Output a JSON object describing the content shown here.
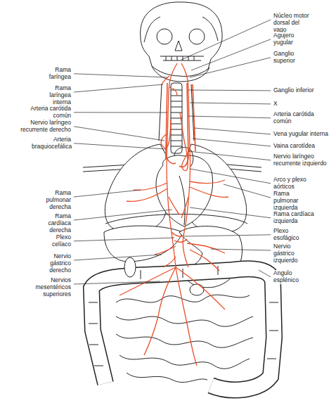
{
  "diagram": {
    "labels": [
      "Núcleo motor dorsal del vago",
      "Agujero yugular",
      "Ganglio superior",
      "Ganglio inferior",
      "X",
      "Arteria carótida común",
      "Vena yugular interna",
      "Vaina carotídea",
      "Nervio laríngeo recurrente izquierdo",
      "Arco y plexo aórticos",
      "Rama pulmonar izquierda",
      "Rama cardíaca izquierda",
      "Plexo esofágico",
      "Nervio gástrico izquierdo",
      "Ángulo esplénico",
      "Rama faríngea",
      "Rama laríngea interna",
      "Arteria carótida común",
      "Nervio laríngeo recurrente derecho",
      "Arteria braquiocefálica",
      "Rama pulmonar derecha",
      "Rama cardíaca derecha",
      "Plexo celíaco",
      "Nervio gástrico derecho",
      "Nervios mesentéricos superiores"
    ]
  }
}
